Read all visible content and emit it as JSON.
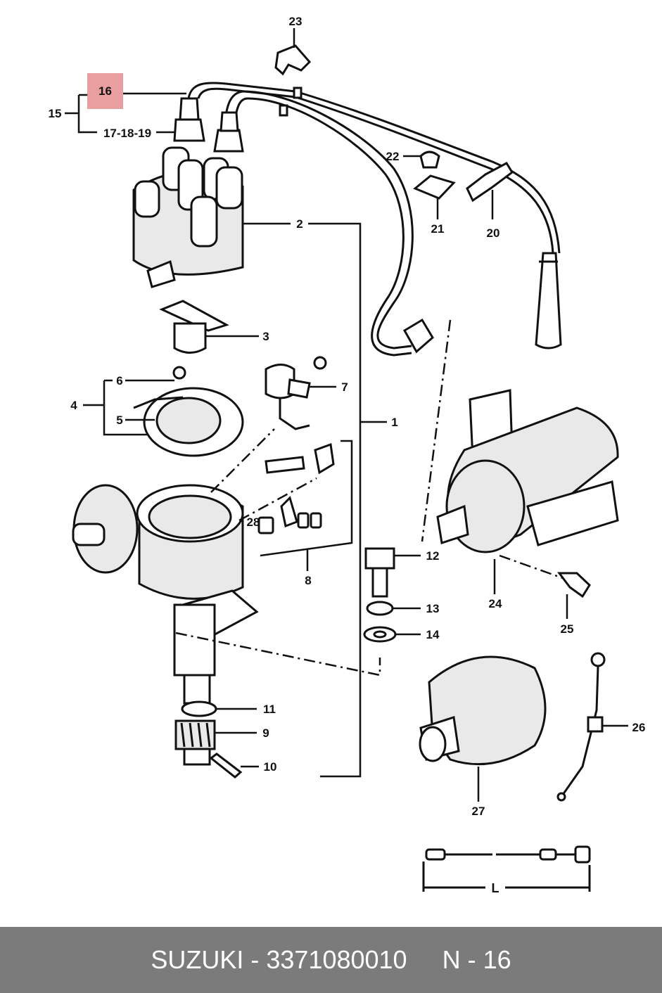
{
  "callouts": {
    "c1": "1",
    "c2": "2",
    "c3": "3",
    "c4": "4",
    "c5": "5",
    "c6": "6",
    "c7": "7",
    "c8": "8",
    "c9": "9",
    "c10": "10",
    "c11": "11",
    "c12": "12",
    "c13": "13",
    "c14": "14",
    "c15": "15",
    "c16": "16",
    "c17_18_19": "17-18-19",
    "c20": "20",
    "c21": "21",
    "c22": "22",
    "c23": "23",
    "c24": "24",
    "c25": "25",
    "c26": "26",
    "c27": "27",
    "c28": "28",
    "length": "L"
  },
  "highlight": {
    "label": "16",
    "color": "#e58e8e"
  },
  "footer": {
    "brand": "SUZUKI",
    "part_number": "3371080010",
    "ref": "N - 16",
    "text": "SUZUKI - 3371080010     N - 16",
    "background": "#7b7b7b"
  }
}
